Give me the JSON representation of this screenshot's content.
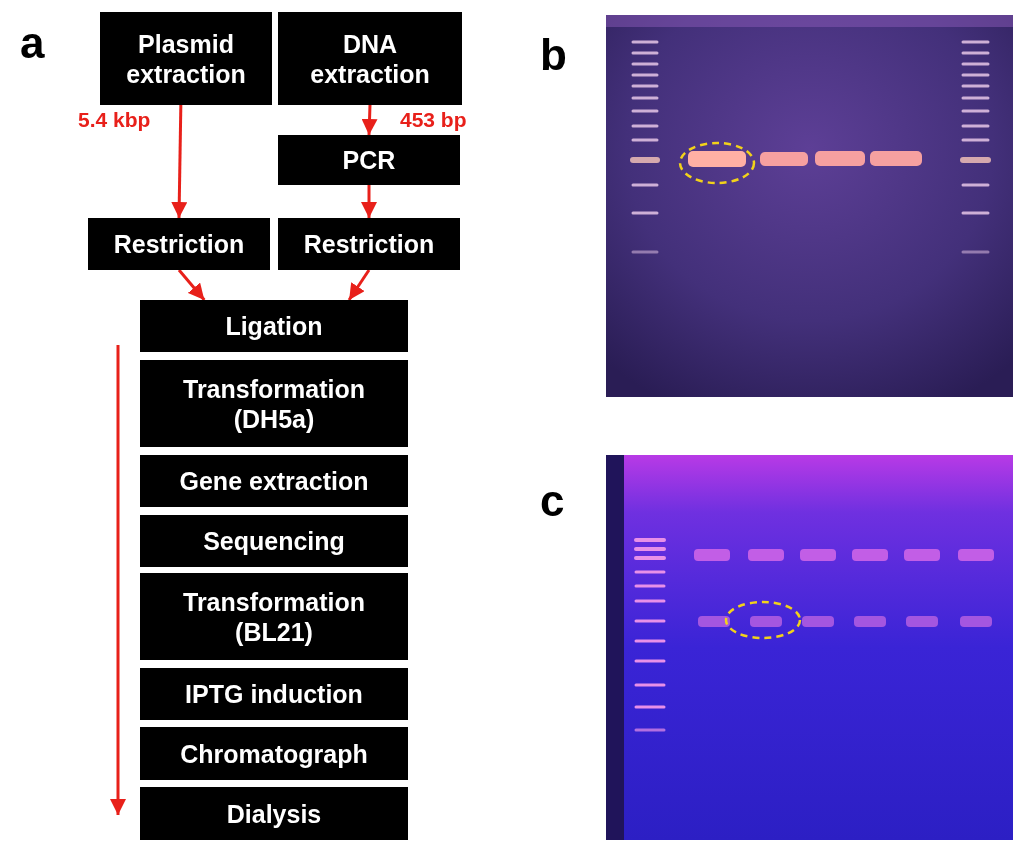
{
  "diagram": {
    "nodes": [
      {
        "text": [
          "Plasmid extraction"
        ]
      },
      {
        "text": [
          "DNA extraction"
        ]
      },
      {
        "text": [
          "PCR"
        ]
      },
      {
        "text": [
          "Restriction"
        ]
      },
      {
        "text": [
          "Restriction"
        ]
      },
      {
        "text": [
          "Ligation"
        ]
      },
      {
        "text": [
          "Transformation (DH5a)"
        ]
      },
      {
        "text": [
          "Gene extraction"
        ]
      },
      {
        "text": [
          "Sequencing"
        ]
      },
      {
        "text": [
          "Transformation (BL21)"
        ]
      },
      {
        "text": [
          "IPTG induction"
        ]
      },
      {
        "text": [
          "Chromatograph"
        ]
      },
      {
        "text": [
          "Dialysis"
        ]
      }
    ],
    "edges": [
      {
        "from": 0,
        "to": 3,
        "label": "5.4 kbp",
        "arrow": "to"
      },
      {
        "from": 1,
        "to": 2,
        "label": "453 bp",
        "arrow": "to"
      },
      {
        "from": 2,
        "to": 4,
        "arrow": "to"
      },
      {
        "from": 3,
        "to": 5,
        "arrow": "to"
      },
      {
        "from": 4,
        "to": 5,
        "arrow": "to"
      }
    ],
    "labels": [
      "a",
      "b",
      "c"
    ]
  }
}
